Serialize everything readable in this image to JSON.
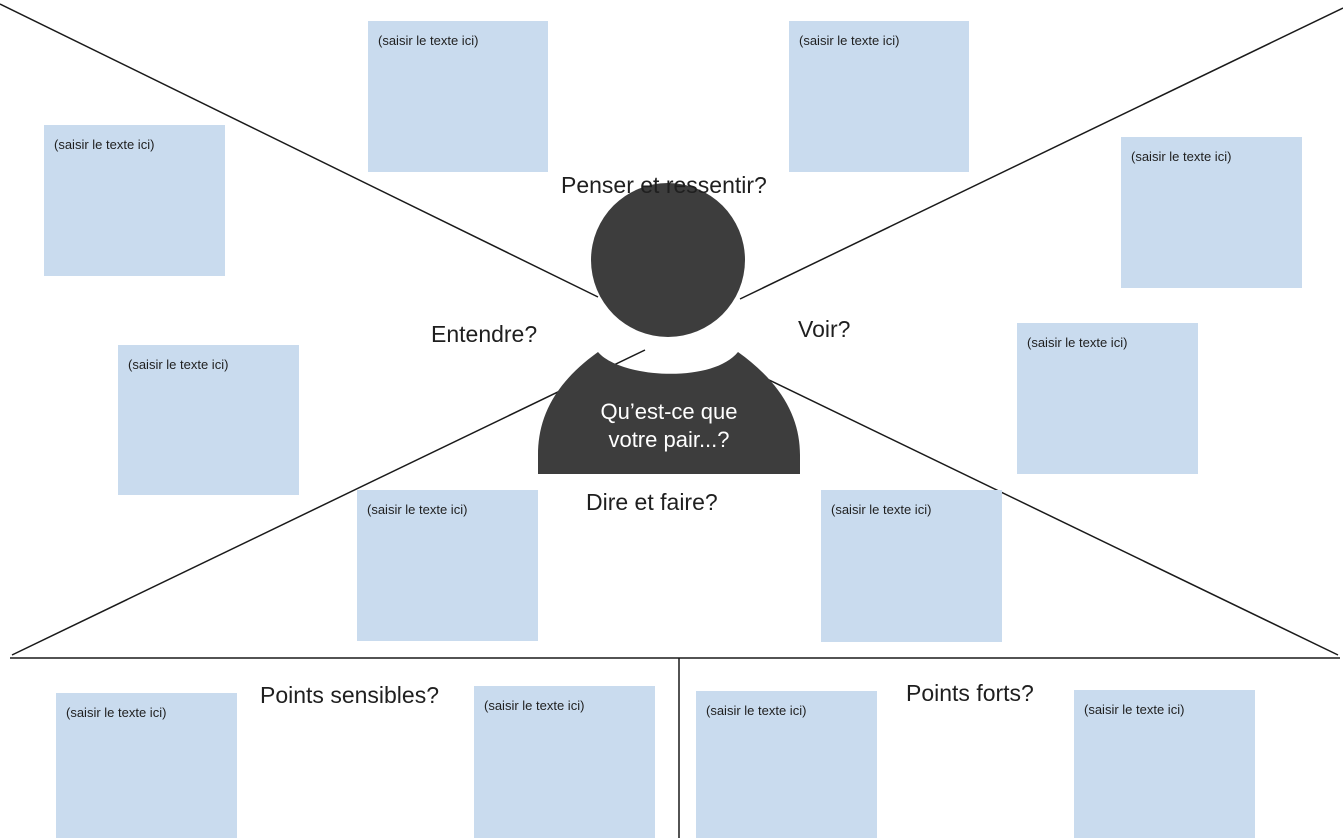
{
  "labels": {
    "think_feel": "Penser et ressentir?",
    "hear": "Entendre?",
    "see": "Voir?",
    "say_do": "Dire et faire?",
    "pains": "Points sensibles?",
    "gains": "Points forts?"
  },
  "center": {
    "line1": "Qu’est-ce que",
    "line2": "votre pair...?"
  },
  "notes": {
    "placeholder": "(saisir le texte ici)"
  },
  "colors": {
    "note_fill": "#c9dbee",
    "figure_fill": "#3d3d3d",
    "line": "#1a1a1a"
  }
}
